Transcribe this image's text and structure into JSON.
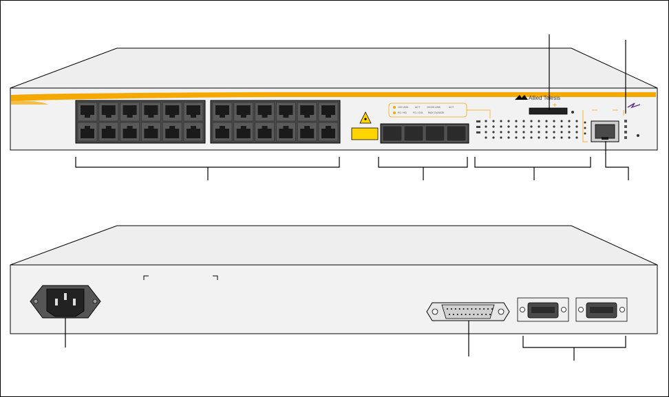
{
  "brand": {
    "name": "Allied Telesis"
  },
  "colors": {
    "panel_fill": "#f2f2f2",
    "top_fill": "#eeeeee",
    "stroke": "#000000",
    "accent_orange": "#f5a800",
    "laser_yellow": "#ffd400",
    "port_dark": "#4a4a4a",
    "port_hole": "#1a1a1a"
  },
  "front_panel": {
    "led_labels": [
      "100 LINK",
      "ACT",
      "10/100 LINK",
      "ACT",
      "FD / HD",
      "FD / COL",
      "MAX OUTAGE"
    ]
  },
  "icons": [
    "laser-warning-icon",
    "ac-power-inlet",
    "rps-connector",
    "stack-connector",
    "console-port",
    "brand-logo-icon"
  ]
}
